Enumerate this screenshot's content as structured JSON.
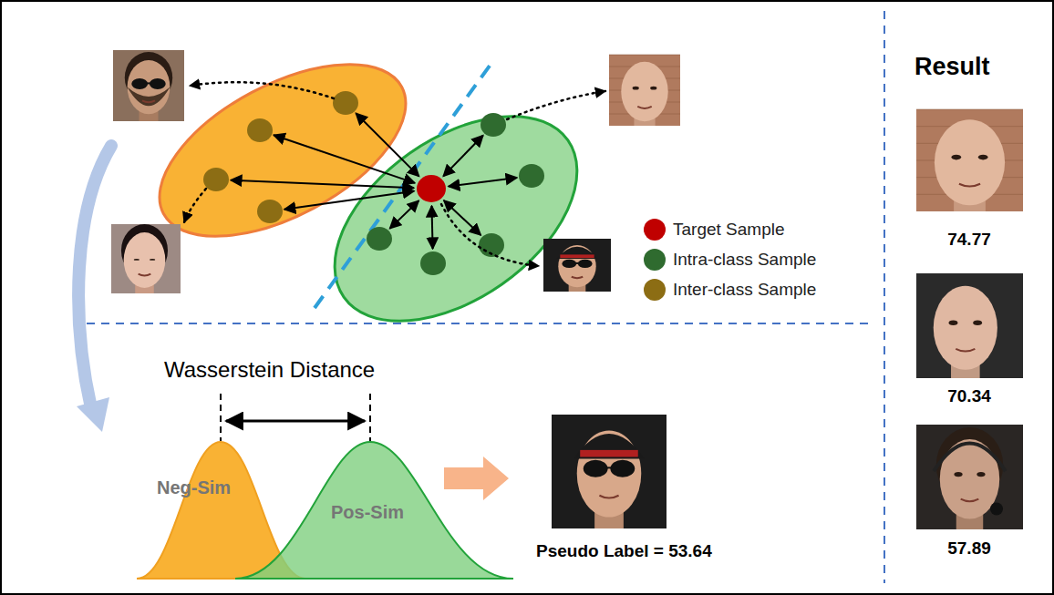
{
  "diagram": {
    "nodes": [
      {
        "text": [
          "Neg-Sim"
        ]
      },
      {
        "text": [
          "Pos-Sim"
        ]
      }
    ],
    "labels": [
      "Result",
      "74.77",
      "70.34",
      "57.89",
      "Wasserstein Distance",
      "Pseudo Label = 53.64"
    ],
    "legend": [
      {
        "text": "Target Sample",
        "color": "#c00000"
      },
      {
        "text": "Intra-class Sample",
        "color": "#2f6b2f"
      },
      {
        "text": "Inter-class Sample",
        "color": "#8c6d14"
      }
    ]
  }
}
